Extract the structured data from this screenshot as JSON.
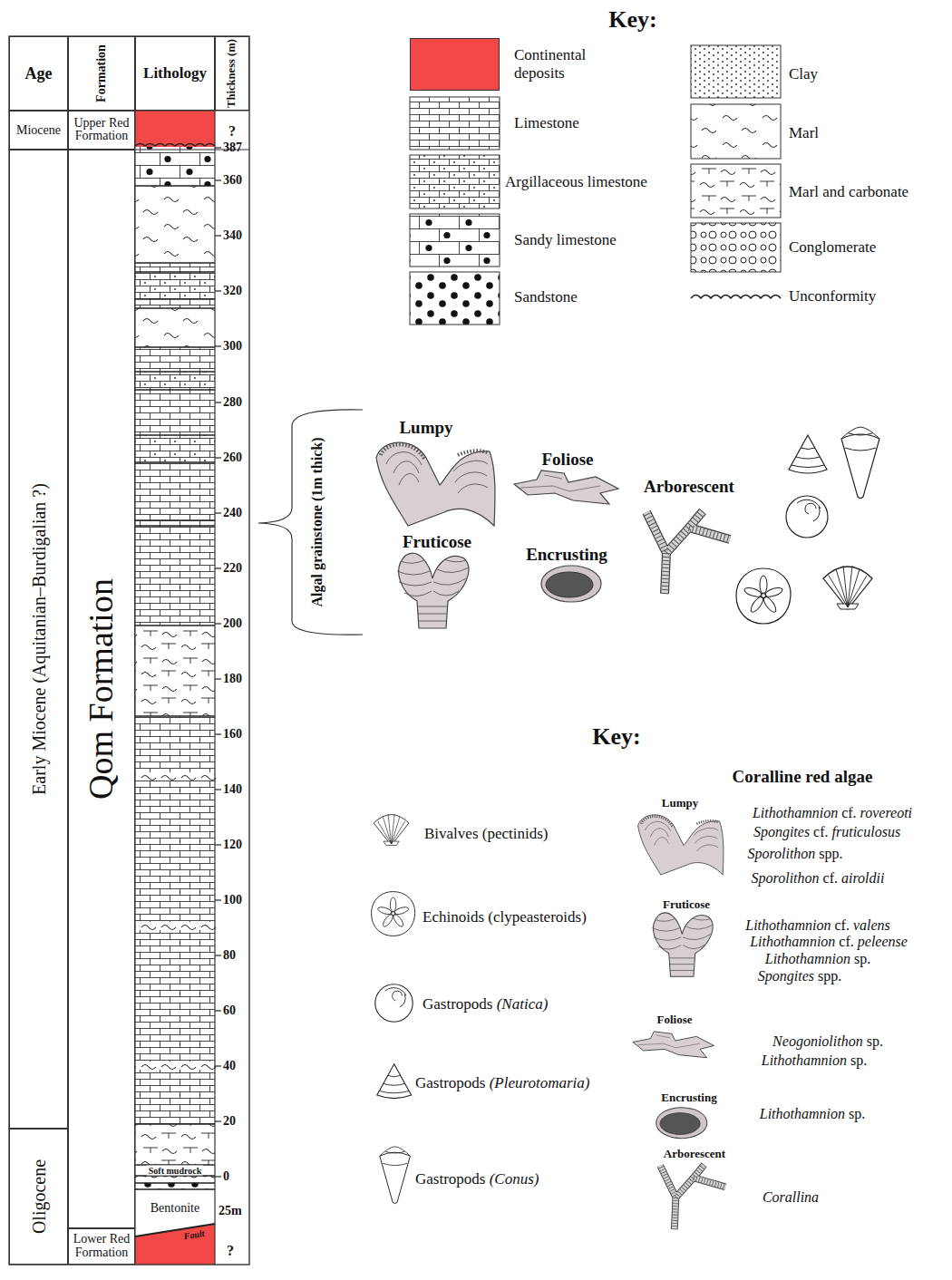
{
  "diagram": {
    "nodes": [
      {
        "text": [
          "Age"
        ]
      },
      {
        "text": [
          "Formation"
        ]
      },
      {
        "text": [
          "Lithology"
        ]
      },
      {
        "text": [
          "Thickness (m)"
        ]
      },
      {
        "text": [
          "Miocene"
        ]
      },
      {
        "text": [
          "Upper Red Formation"
        ]
      },
      {
        "text": [
          "Early Miocene (Aquitanian–Burdigalian ?)"
        ]
      },
      {
        "text": [
          "Qom Formation"
        ]
      },
      {
        "text": [
          "Oligocene"
        ]
      },
      {
        "text": [
          "Lower Red Formation"
        ]
      }
    ],
    "labels": [
      "?",
      "387",
      "360",
      "340",
      "320",
      "300",
      "280",
      "260",
      "240",
      "220",
      "200",
      "180",
      "160",
      "140",
      "120",
      "100",
      "80",
      "60",
      "40",
      "20",
      "0",
      "25m",
      "?",
      "Soft mudrock",
      "Bentonite",
      "Fault",
      "Key:",
      "Algal grainstone (1m thick)",
      "Lumpy",
      "Foliose",
      "Arborescent",
      "Fruticose",
      "Encrusting",
      "Key:",
      "Coralline red algae",
      "Lumpy",
      "Lithothamnion cf. rovereoti",
      "Spongites cf. fruticulosus",
      "Sporolithon spp.",
      "Sporolithon cf. airoldii",
      "Fruticose",
      "Lithothamnion cf. valens",
      "Lithothamnion cf. peleense",
      "Lithothamnion sp.",
      "Spongites spp.",
      "Foliose",
      "Neogoniolithon sp.",
      "Lithothamnion sp.",
      "Encrusting",
      "Lithothamnion sp.",
      "Arborescent",
      "Corallina"
    ],
    "legend": [
      {
        "text": "Continental deposits",
        "color": "#f24848"
      },
      {
        "text": "Limestone"
      },
      {
        "text": "Argillaceous limestone"
      },
      {
        "text": "Sandy limestone"
      },
      {
        "text": "Sandstone"
      },
      {
        "text": "Clay"
      },
      {
        "text": "Marl"
      },
      {
        "text": "Marl and carbonate"
      },
      {
        "text": "Conglomerate"
      },
      {
        "text": "Unconformity"
      },
      {
        "text": "Bivalves (pectinids)"
      },
      {
        "text": "Echinoids (clypeasteroids)"
      },
      {
        "text": "Gastropods (Natica)"
      },
      {
        "text": "Gastropods (Pleurotomaria)"
      },
      {
        "text": "Gastropods (Conus)"
      }
    ]
  }
}
